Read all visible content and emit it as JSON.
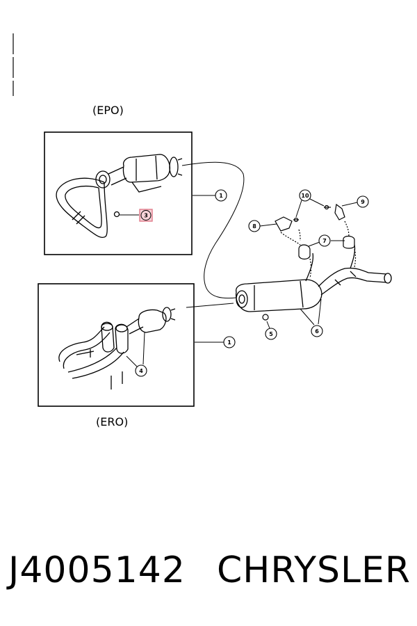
{
  "labels": {
    "top_variant": "(EPO)",
    "bottom_variant": "(ERO)"
  },
  "callouts": [
    "1",
    "1",
    "3",
    "4",
    "5",
    "6",
    "7",
    "8",
    "9",
    "10"
  ],
  "footer": {
    "part_number": "J4005142",
    "brand": "CHRYSLER"
  },
  "colors": {
    "line": "#000000",
    "highlight": "#e07a8a",
    "highlight_fill": "#f6d3d8"
  }
}
